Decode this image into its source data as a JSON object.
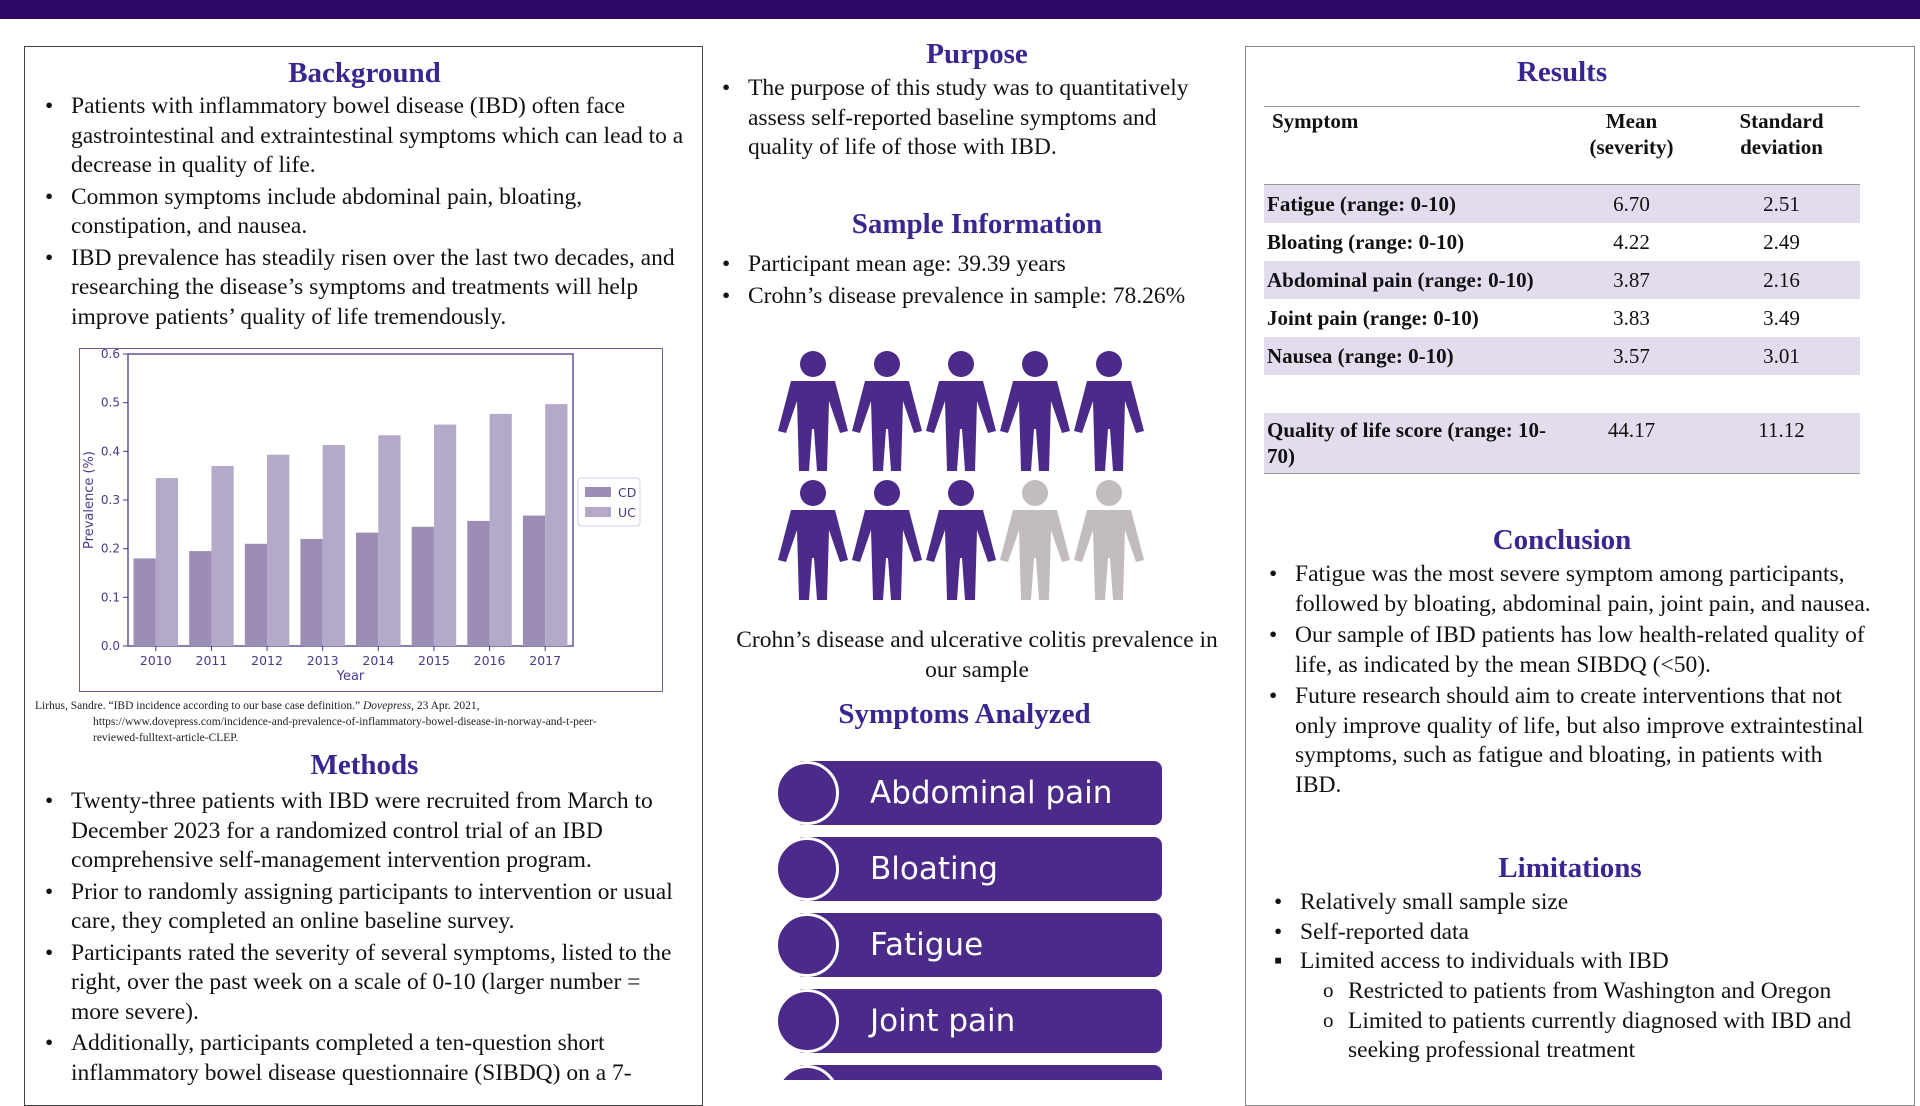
{
  "background": {
    "title": "Background",
    "bullets": [
      "Patients with inflammatory bowel disease (IBD) often face gastrointestinal and extraintestinal symptoms which can lead to a decrease in quality of life.",
      "Common symptoms include abdominal pain, bloating, constipation, and nausea.",
      "IBD prevalence has steadily risen over the last two decades, and researching the disease’s symptoms and treatments will help improve patients’ quality of life tremendously."
    ],
    "citation_line1_a": "Lirhus, Sandre. “IBD incidence according to our base case definition.” ",
    "citation_line1_b": "Dovepress",
    "citation_line1_c": ", 23 Apr. 2021,",
    "citation_line2": "https://www.dovepress.com/incidence-and-prevalence-of-inflammatory-bowel-disease-in-norway-and-t-peer-",
    "citation_line3": "reviewed-fulltext-article-CLEP."
  },
  "chart_data": {
    "type": "bar",
    "categories": [
      "2010",
      "2011",
      "2012",
      "2013",
      "2014",
      "2015",
      "2016",
      "2017"
    ],
    "series": [
      {
        "name": "CD",
        "values": [
          0.18,
          0.195,
          0.21,
          0.22,
          0.233,
          0.245,
          0.257,
          0.268
        ]
      },
      {
        "name": "UC",
        "values": [
          0.345,
          0.37,
          0.393,
          0.413,
          0.433,
          0.455,
          0.477,
          0.497
        ]
      }
    ],
    "xlabel": "Year",
    "ylabel": "Prevalence (%)",
    "ylim": [
      0,
      0.6
    ],
    "yticks": [
      "0.0",
      "0.1",
      "0.2",
      "0.3",
      "0.4",
      "0.5",
      "0.6"
    ],
    "legend_position": "right",
    "colors": {
      "CD": "#9b8db3",
      "UC": "#b4a9c8"
    }
  },
  "methods": {
    "title": "Methods",
    "bullets": [
      "Twenty-three patients with IBD were recruited from March to December 2023 for a randomized control trial of an IBD comprehensive self-management intervention program.",
      "Prior to randomly assigning participants to intervention or usual care, they completed an online baseline survey.",
      "Participants rated the severity of several symptoms, listed to the right, over the past week on a scale of 0-10 (larger number = more severe).",
      "Additionally, participants completed a ten-question short inflammatory bowel disease questionnaire (SIBDQ) on a 7-"
    ]
  },
  "purpose": {
    "title": "Purpose",
    "bullets": [
      "The purpose of this study was to quantitatively assess self-reported baseline symptoms and quality of life of those with IBD."
    ]
  },
  "sample": {
    "title": "Sample Information",
    "bullets": [
      "Participant mean age: 39.39 years",
      "Crohn’s disease prevalence in sample: 78.26%"
    ],
    "people_filled": 8,
    "people_total": 10,
    "caption": "Crohn’s disease and ulcerative colitis prevalence in our sample",
    "colors": {
      "filled": "#4b2a8a",
      "empty": "#c2bcbc"
    }
  },
  "symptoms": {
    "title": "Symptoms Analyzed",
    "items": [
      "Abdominal pain",
      "Bloating",
      "Fatigue",
      "Joint pain"
    ]
  },
  "results": {
    "title": "Results",
    "headers": [
      "Symptom",
      "Mean (severity)",
      "Standard deviation"
    ],
    "header_col2_l1": "Mean",
    "header_col2_l2": "(severity)",
    "header_col3_l1": "Standard",
    "header_col3_l2": "deviation",
    "rows": [
      {
        "symptom": "Fatigue (range: 0-10)",
        "mean": "6.70",
        "sd": "2.51"
      },
      {
        "symptom": "Bloating (range: 0-10)",
        "mean": "4.22",
        "sd": "2.49"
      },
      {
        "symptom": "Abdominal pain (range: 0-10)",
        "mean": "3.87",
        "sd": "2.16"
      },
      {
        "symptom": "Joint pain (range: 0-10)",
        "mean": "3.83",
        "sd": "3.49"
      },
      {
        "symptom": "Nausea (range: 0-10)",
        "mean": "3.57",
        "sd": "3.01"
      }
    ],
    "qol": {
      "label_l1": "Quality of life score (range: 10-",
      "label_l2": "70)",
      "mean": "44.17",
      "sd": "11.12"
    }
  },
  "conclusion": {
    "title": "Conclusion",
    "bullets": [
      "Fatigue was the most severe symptom among participants, followed by bloating, abdominal pain, joint pain, and nausea.",
      "Our sample of IBD patients has low health-related quality of life, as indicated by the mean SIBDQ (<50).",
      "Future research should aim to create interventions that not only improve quality of life, but also improve extraintestinal symptoms, such as fatigue and bloating, in patients with IBD."
    ]
  },
  "limitations": {
    "title": "Limitations",
    "bullets": [
      "Relatively small sample size",
      "Self-reported data",
      "Limited access to individuals with IBD"
    ],
    "sub_bullets": [
      "Restricted to patients from Washington and Oregon",
      "Limited to patients currently diagnosed with IBD and seeking professional treatment"
    ]
  },
  "theme": {
    "accent": "#3b2590",
    "bar": "#2e0a66",
    "row_shade": "#e2dced"
  }
}
